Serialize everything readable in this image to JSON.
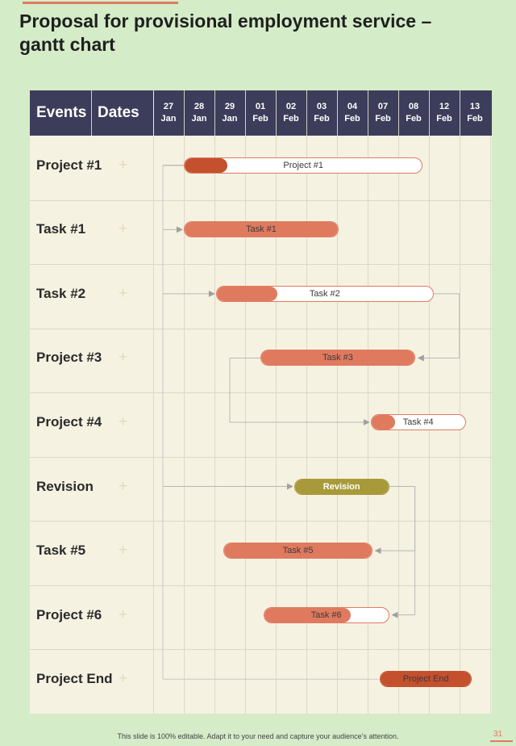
{
  "title": "Proposal for provisional employment service – gantt chart",
  "footer_text": "This slide is 100% editable. Adapt it to your need and capture your audience’s attention.",
  "page_number": "31",
  "colors": {
    "header": "#3c3d5a",
    "board": "#f6f2e2",
    "accent": "#e07a5f",
    "dark_accent": "#c4502e",
    "revision": "#a89a3a",
    "page_background": "#d4ecc8"
  },
  "chart_data": {
    "type": "gantt",
    "column_headers": [
      "Events",
      "Dates"
    ],
    "date_columns": [
      {
        "day": "27",
        "month": "Jan"
      },
      {
        "day": "28",
        "month": "Jan"
      },
      {
        "day": "29",
        "month": "Jan"
      },
      {
        "day": "01",
        "month": "Feb"
      },
      {
        "day": "02",
        "month": "Feb"
      },
      {
        "day": "03",
        "month": "Feb"
      },
      {
        "day": "04",
        "month": "Feb"
      },
      {
        "day": "07",
        "month": "Feb"
      },
      {
        "day": "08",
        "month": "Feb"
      },
      {
        "day": "12",
        "month": "Feb"
      },
      {
        "day": "13",
        "month": "Feb"
      }
    ],
    "rows": [
      {
        "event": "Project #1",
        "bar_label": "Project #1",
        "start": 1,
        "end": 8.8,
        "progress": 0.18,
        "fill_color": "#c4502e",
        "label_color": "#3a3a3a"
      },
      {
        "event": "Task #1",
        "bar_label": "Task #1",
        "start": 1,
        "end": 6.05,
        "progress": 1,
        "fill_color": "#e07a5f",
        "label_color": "#3a3a3a"
      },
      {
        "event": "Task #2",
        "bar_label": "Task #2",
        "start": 2.05,
        "end": 9.15,
        "progress": 0.28,
        "fill_color": "#e07a5f",
        "label_color": "#3a3a3a"
      },
      {
        "event": "Project #3",
        "bar_label": "Task #3",
        "start": 3.5,
        "end": 8.55,
        "progress": 1,
        "fill_color": "#e07a5f",
        "label_color": "#3a3a3a"
      },
      {
        "event": "Project #4",
        "bar_label": "Task #4",
        "start": 7.1,
        "end": 10.2,
        "progress": 0.25,
        "fill_color": "#e07a5f",
        "label_color": "#3a3a3a"
      },
      {
        "event": "Revision",
        "bar_label": "Revision",
        "start": 4.6,
        "end": 7.7,
        "progress": 1,
        "fill_color": "#a89a3a",
        "label_color": "#ffffff"
      },
      {
        "event": "Task #5",
        "bar_label": "Task #5",
        "start": 2.3,
        "end": 7.15,
        "progress": 1,
        "fill_color": "#e07a5f",
        "label_color": "#3a3a3a"
      },
      {
        "event": "Project #6",
        "bar_label": "Task #6",
        "start": 3.6,
        "end": 7.7,
        "progress": 0.7,
        "fill_color": "#e07a5f",
        "label_color": "#3a3a3a"
      },
      {
        "event": "Project End",
        "bar_label": "Project End",
        "start": 7.4,
        "end": 10.4,
        "progress": 1,
        "fill_color": "#c4502e",
        "label_color": "#3a3a3a"
      }
    ],
    "dependencies": [
      {
        "from": 0,
        "to": 1,
        "direction": "left-entry"
      },
      {
        "from": 0,
        "to": 2,
        "direction": "left-entry"
      },
      {
        "from": 2,
        "to": 3,
        "direction": "right-loop"
      },
      {
        "from": 3,
        "to": 4,
        "direction": "left-drop"
      },
      {
        "from": 0,
        "to": 5,
        "direction": "left-entry"
      },
      {
        "from": 5,
        "to": 6,
        "direction": "right-loop"
      },
      {
        "from": 5,
        "to": 7,
        "direction": "right-loop"
      }
    ]
  }
}
